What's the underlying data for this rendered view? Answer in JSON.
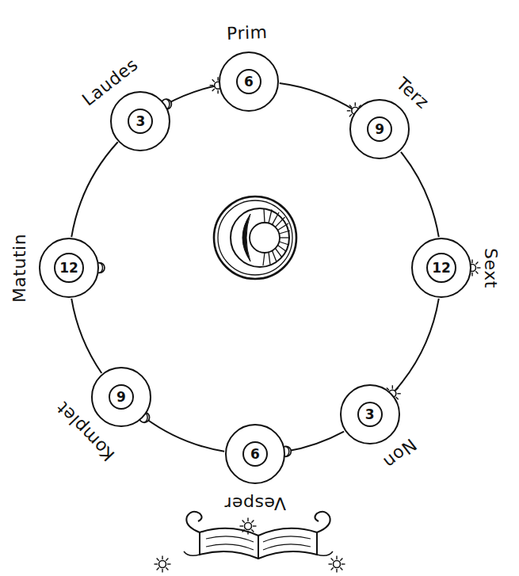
{
  "diagram": {
    "nodes": [
      {
        "text": [
          "Prim",
          "6"
        ]
      },
      {
        "text": [
          "Terz",
          "9"
        ]
      },
      {
        "text": [
          "Sext",
          "12"
        ]
      },
      {
        "text": [
          "Non",
          "3"
        ]
      },
      {
        "text": [
          "Vesper",
          "6"
        ]
      },
      {
        "text": [
          "Komplet",
          "9"
        ]
      },
      {
        "text": [
          "Matutin",
          "12"
        ]
      },
      {
        "text": [
          "Laudes",
          "3"
        ]
      }
    ],
    "edges": [
      {
        "from": 0,
        "to": 1,
        "arrow": "none"
      },
      {
        "from": 1,
        "to": 2,
        "arrow": "none"
      },
      {
        "from": 2,
        "to": 3,
        "arrow": "none"
      },
      {
        "from": 3,
        "to": 4,
        "arrow": "none"
      },
      {
        "from": 4,
        "to": 5,
        "arrow": "none"
      },
      {
        "from": 5,
        "to": 6,
        "arrow": "none"
      },
      {
        "from": 6,
        "to": 7,
        "arrow": "none"
      },
      {
        "from": 7,
        "to": 0,
        "arrow": "none"
      }
    ]
  }
}
